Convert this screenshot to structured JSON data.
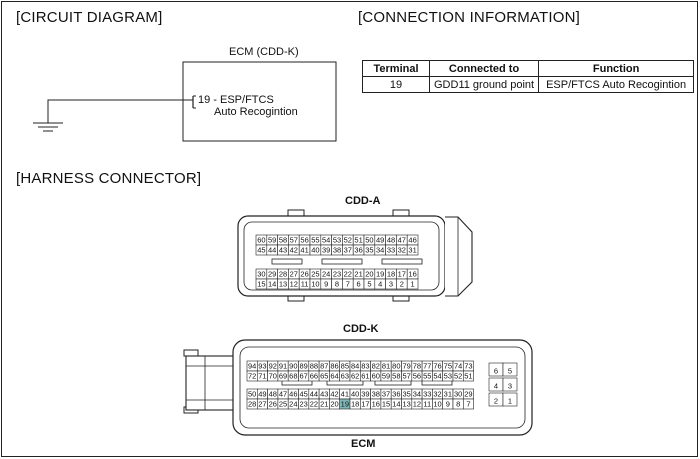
{
  "headings": {
    "circuit": "[CIRCUIT DIAGRAM]",
    "connection": "[CONNECTION INFORMATION]",
    "harness": "[HARNESS CONNECTOR]"
  },
  "ecm": {
    "title": "ECM (CDD-K)",
    "pin_line1": "19 - ESP/FTCS",
    "pin_line2": "Auto Recogintion"
  },
  "table": {
    "headers": [
      "Terminal",
      "Connected to",
      "Function"
    ],
    "rows": [
      [
        "19",
        "GDD11 ground point",
        "ESP/FTCS Auto Recogintion"
      ]
    ]
  },
  "cdd_a": {
    "label": "CDD-A",
    "rows": [
      [
        "60",
        "59",
        "58",
        "57",
        "56",
        "55",
        "54",
        "53",
        "52",
        "51",
        "50",
        "49",
        "48",
        "47",
        "46"
      ],
      [
        "45",
        "44",
        "43",
        "42",
        "41",
        "40",
        "39",
        "38",
        "37",
        "36",
        "35",
        "34",
        "33",
        "32",
        "31"
      ],
      [
        "30",
        "29",
        "28",
        "27",
        "26",
        "25",
        "24",
        "23",
        "22",
        "21",
        "20",
        "19",
        "18",
        "17",
        "16"
      ],
      [
        "15",
        "14",
        "13",
        "12",
        "11",
        "10",
        "9",
        "8",
        "7",
        "6",
        "5",
        "4",
        "3",
        "2",
        "1"
      ]
    ]
  },
  "cdd_k": {
    "label": "CDD-K",
    "rows": [
      [
        "94",
        "93",
        "92",
        "91",
        "90",
        "89",
        "88",
        "87",
        "86",
        "85",
        "84",
        "83",
        "82",
        "81",
        "80",
        "79",
        "78",
        "77",
        "76",
        "75",
        "74",
        "73"
      ],
      [
        "72",
        "71",
        "70",
        "69",
        "68",
        "67",
        "66",
        "65",
        "64",
        "63",
        "62",
        "61",
        "60",
        "59",
        "58",
        "57",
        "56",
        "55",
        "54",
        "53",
        "52",
        "51"
      ],
      [
        "50",
        "49",
        "48",
        "47",
        "46",
        "45",
        "44",
        "43",
        "42",
        "41",
        "40",
        "39",
        "38",
        "37",
        "36",
        "35",
        "34",
        "33",
        "32",
        "31",
        "30",
        "29"
      ],
      [
        "28",
        "27",
        "26",
        "25",
        "24",
        "23",
        "22",
        "21",
        "20",
        "19",
        "18",
        "17",
        "16",
        "15",
        "14",
        "13",
        "12",
        "11",
        "10",
        "9",
        "8",
        "7"
      ]
    ],
    "side": [
      [
        "6",
        "5"
      ],
      [
        "4",
        "3"
      ],
      [
        "2",
        "1"
      ]
    ],
    "highlight": "19",
    "highlight_color": "#7fb7b9"
  },
  "ecm_label": "ECM"
}
